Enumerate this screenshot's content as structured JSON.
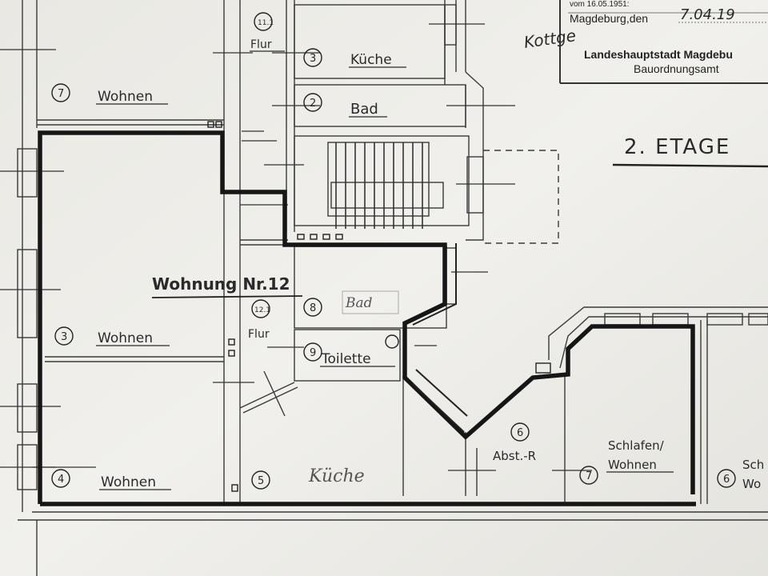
{
  "stamp": {
    "date_line_label": "Magdeburg,den",
    "date_value": "7.04.19",
    "authority": "Landeshauptstadt Magdebu",
    "office": "Bauordnungsamt",
    "partial_top": "vom 16.05.1951:"
  },
  "signature": "Kottge",
  "floor_label": "2. ETAGE",
  "apartment_label": "Wohnung Nr.12",
  "rooms": [
    {
      "key": "top_flur_num",
      "text": "11.1"
    },
    {
      "key": "top_flur",
      "text": "Flur"
    },
    {
      "key": "kueche_top_num",
      "text": "3"
    },
    {
      "key": "kueche_top",
      "text": "Küche"
    },
    {
      "key": "bad_top_num",
      "text": "2"
    },
    {
      "key": "bad_top",
      "text": "Bad"
    },
    {
      "key": "wohnen_top_num",
      "text": "7"
    },
    {
      "key": "wohnen_top",
      "text": "Wohnen"
    },
    {
      "key": "wohnen_mid_num",
      "text": "3"
    },
    {
      "key": "wohnen_mid",
      "text": "Wohnen"
    },
    {
      "key": "wohnen_low_num",
      "text": "4"
    },
    {
      "key": "wohnen_low",
      "text": "Wohnen"
    },
    {
      "key": "flur_mid_num",
      "text": "12.1"
    },
    {
      "key": "flur_mid",
      "text": "Flur"
    },
    {
      "key": "bad_mid_num",
      "text": "8"
    },
    {
      "key": "bad_mid",
      "text": "Bad"
    },
    {
      "key": "toilette_num",
      "text": "9"
    },
    {
      "key": "toilette",
      "text": "Toilette"
    },
    {
      "key": "kueche_low_num",
      "text": "5"
    },
    {
      "key": "kueche_low",
      "text": "Küche"
    },
    {
      "key": "abst_num",
      "text": "6"
    },
    {
      "key": "abst",
      "text": "Abst.-R"
    },
    {
      "key": "schlafen_num",
      "text": "7"
    },
    {
      "key": "schlafen_1",
      "text": "Schlafen/"
    },
    {
      "key": "schlafen_2",
      "text": "Wohnen"
    },
    {
      "key": "edge_num",
      "text": "6"
    },
    {
      "key": "edge_1",
      "text": "Sch"
    },
    {
      "key": "edge_2",
      "text": "Wo"
    }
  ]
}
